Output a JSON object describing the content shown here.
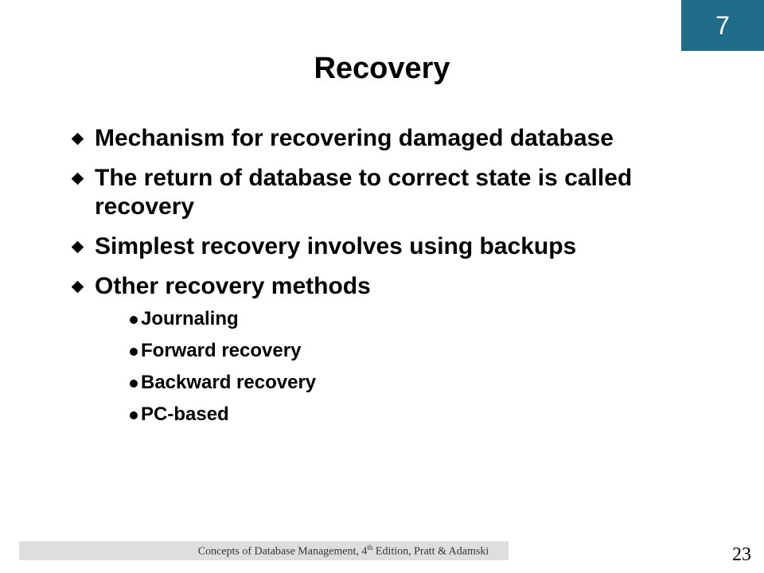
{
  "colors": {
    "chapter_box_bg": "#1f6b8a",
    "bullet_diamond": "#000000",
    "sub_bullet_dot": "#000000",
    "footer_bar_bg": "#dedede"
  },
  "chapter_number": "7",
  "title": "Recovery",
  "bullets": [
    {
      "icon": "diamond-bullet-icon",
      "text": "Mechanism for recovering damaged database"
    },
    {
      "icon": "diamond-bullet-icon",
      "text": "The return of database to correct state is called recovery"
    },
    {
      "icon": "diamond-bullet-icon",
      "text": "Simplest recovery involves using backups"
    },
    {
      "icon": "diamond-bullet-icon",
      "text": "Other recovery methods",
      "sub_items": [
        "Journaling",
        "Forward recovery",
        "Backward recovery",
        "PC-based"
      ]
    }
  ],
  "footer": {
    "prefix": "Concepts of Database Management, 4",
    "superscript": "th",
    "suffix": " Edition, Pratt & Adamski"
  },
  "page_number": "23"
}
